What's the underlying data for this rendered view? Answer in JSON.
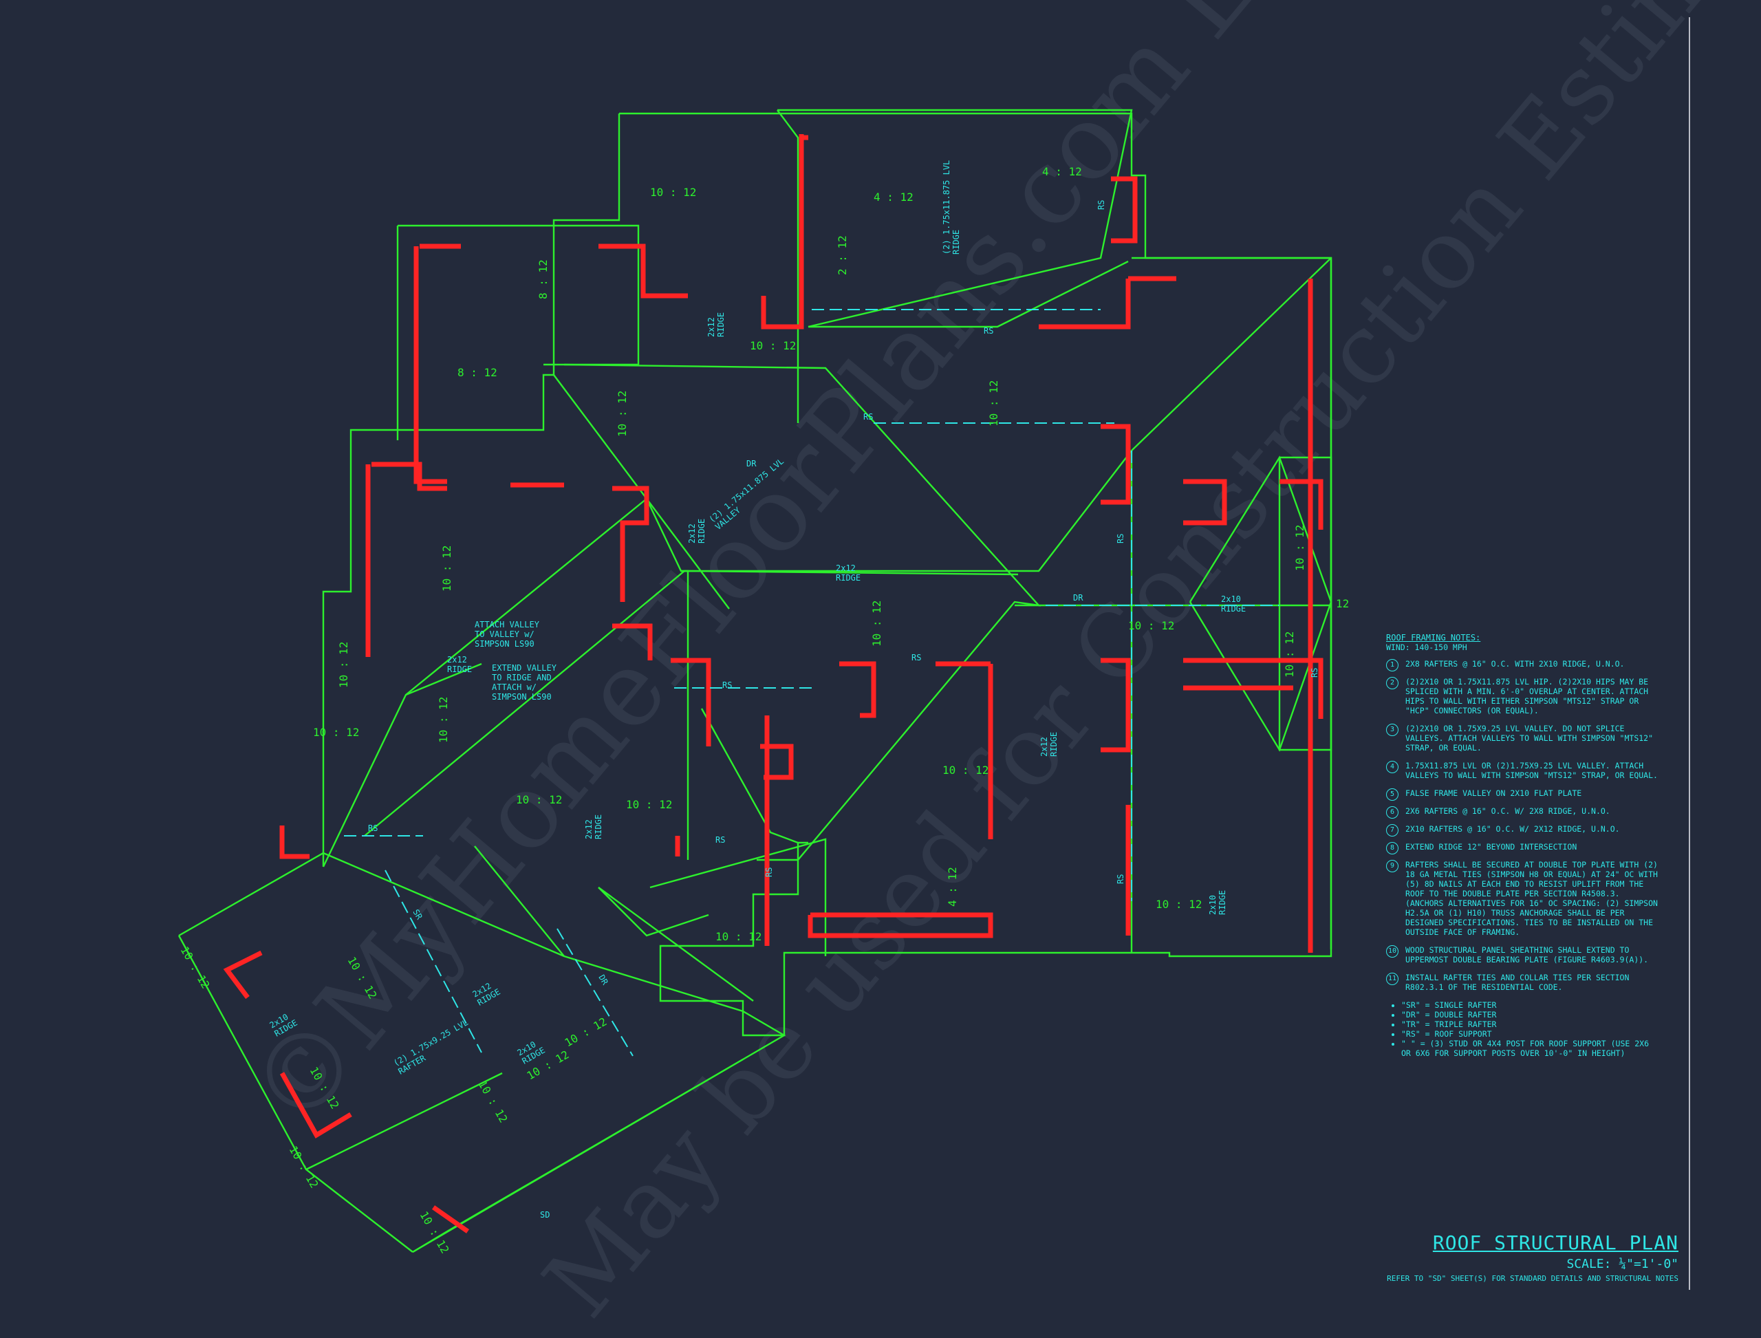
{
  "watermarks": [
    "©MyHomeFloorPlans.com LLC",
    "May be used for Construction Estimations"
  ],
  "colors": {
    "walls": "#ff2424",
    "roof": "#2df02d",
    "annotation": "#2fe6e6",
    "background": "#232a3b"
  },
  "plan": {
    "pitches": [
      "10 : 12",
      "4 : 12",
      "4 : 12",
      "2 : 12",
      "8 : 12",
      "8 : 12",
      "10 : 12",
      "10 : 12",
      "10 : 12",
      "10 : 12",
      "10 : 12",
      "10 : 12",
      "10 : 12",
      "10 : 12",
      "10 : 12",
      "10 : 12",
      "10 : 12",
      "10 : 12",
      "10 : 12",
      "10 : 12",
      "10 : 12",
      "10 : 12",
      "4 : 12",
      "10 : 12",
      "10 : 12",
      "10 : 12",
      "10 : 12",
      "10 : 12",
      "10 : 12",
      "10 : 12",
      "12",
      "10 : 12"
    ],
    "labels": {
      "ridge_2x12": "2x12\nRIDGE",
      "ridge_2x10": "2x10\nRIDGE",
      "rs": "RS",
      "dr": "DR",
      "sr": "SR",
      "lvl_ridge": "(2) 1.75x11.875 LVL\nRIDGE",
      "lvl_valley": "(2) 1.75x11.875 LVL\nVALLEY",
      "lvl_rafter": "(2) 1.75x9.25 LVL\nRAFTER",
      "attach_valley": "ATTACH VALLEY\nTO VALLEY w/\nSIMPSON LS90",
      "extend_valley": "EXTEND VALLEY\nTO RIDGE AND\nATTACH w/\nSIMPSON LS90",
      "section_tag": "SD"
    }
  },
  "notes": {
    "title": "ROOF FRAMING NOTES:",
    "wind": "Wind: 140-150 mph",
    "items": [
      {
        "num": "1",
        "text": "2x8 RAFTERS @ 16\" O.C. WITH 2X10 RIDGE, U.N.O."
      },
      {
        "num": "2",
        "text": "(2)2x10 OR 1.75x11.875 LVL HIP. (2)2x10 HIPS MAY BE SPLICED WITH A MIN. 6'-0\" OVERLAP AT CENTER. ATTACH HIPS TO WALL WITH EITHER SIMPSON \"MTS12\" STRAP OR \"HCP\" CONNECTORS (OR EQUAL)."
      },
      {
        "num": "3",
        "text": "(2)2x10 OR 1.75x9.25 LVL VALLEY.  DO NOT SPLICE VALLEYS.  ATTACH VALLEYS TO WALL WITH SIMPSON \"MTS12\" STRAP, OR EQUAL."
      },
      {
        "num": "4",
        "text": "1.75x11.875 LVL OR (2)1.75x9.25 LVL VALLEY.  ATTACH VALLEYS TO WALL WITH SIMPSON \"MTS12\" STRAP, OR EQUAL."
      },
      {
        "num": "5",
        "text": "FALSE FRAME VALLEY ON 2x10 FLAT PLATE"
      },
      {
        "num": "6",
        "text": "2x6 RAFTERS @ 16\" O.C. W/ 2x8 RIDGE, U.N.O."
      },
      {
        "num": "7",
        "text": "2x10 RAFTERS @ 16\" O.C. W/ 2x12 RIDGE, U.N.O."
      },
      {
        "num": "8",
        "text": "EXTEND RIDGE 12\" BEYOND INTERSECTION"
      },
      {
        "num": "9",
        "text": "RAFTERS SHALL BE SECURED AT DOUBLE TOP PLATE WITH (2) 18 GA METAL TIES (SIMPSON H8 OR EQUAL) AT 24\" OC WITH (5) 8d NAILS AT EACH END TO RESIST UPLIFT FROM THE ROOF TO THE DOUBLE PLATE PER SECTION R4508.3. (ANCHORS ALTERNATIVES FOR 16\" OC SPACING: (2) SIMPSON H2.5A OR (1) H10) TRUSS ANCHORAGE SHALL BE PER DESIGNED SPECIFICATIONS. TIES TO BE INSTALLED ON THE OUTSIDE FACE OF FRAMING."
      },
      {
        "num": "10",
        "text": "WOOD STRUCTURAL PANEL SHEATHING SHALL EXTEND TO UPPERMOST DOUBLE BEARING PLATE (FIGURE R4603.9(A))."
      },
      {
        "num": "11",
        "text": "INSTALL RAFTER TIES AND COLLAR TIES PER SECTION R802.3.1 OF THE  RESIDENTIAL CODE."
      }
    ],
    "legend": [
      "\"SR\" = SINGLE RAFTER",
      "\"DR\" = DOUBLE RAFTER",
      "\"TR\" = TRIPLE RAFTER",
      "\"RS\" = ROOF SUPPORT",
      "\"  \" = (3) STUD OR 4x4 POST FOR ROOF SUPPORT (USE 2x6 OR 6x6 FOR SUPPORT POSTS OVER 10'-0\" IN HEIGHT)"
    ]
  },
  "title_block": {
    "title": "ROOF STRUCTURAL PLAN",
    "scale": "SCALE: ¼\"=1'-0\"",
    "reference": "REFER TO \"SD\" SHEET(S) FOR STANDARD DETAILS AND STRUCTURAL NOTES"
  }
}
